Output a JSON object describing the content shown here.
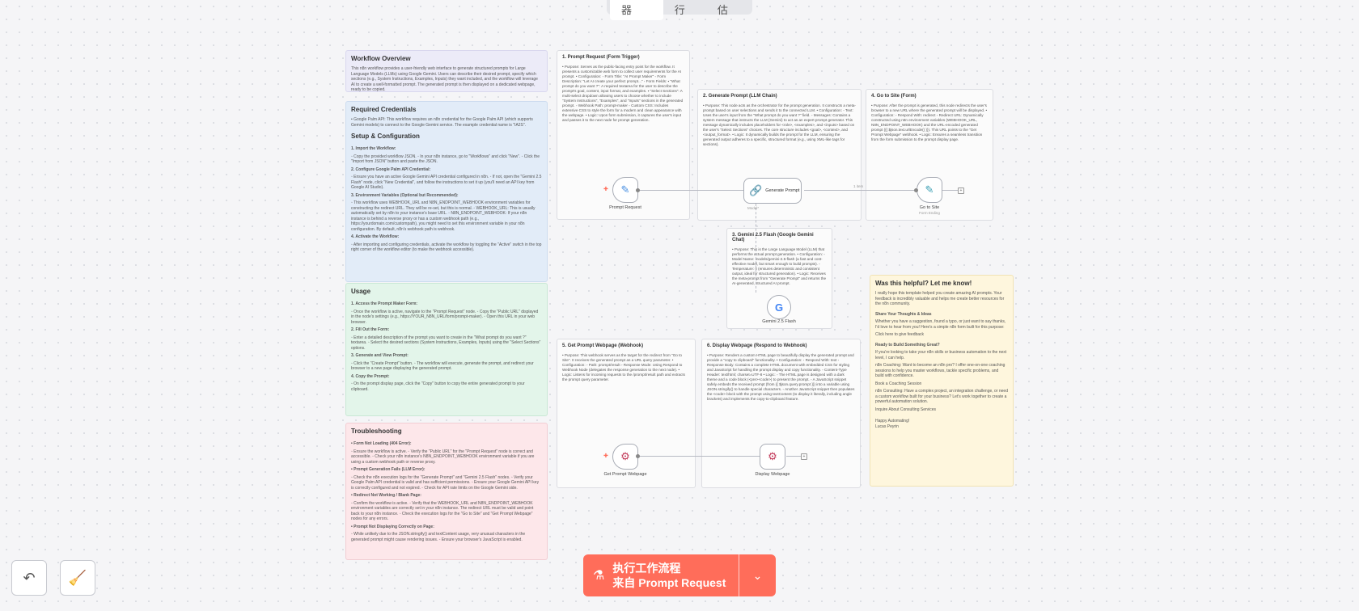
{
  "tabs": [
    {
      "label": "编辑器",
      "active": true
    },
    {
      "label": "执行"
    },
    {
      "label": "评估"
    }
  ],
  "notes": {
    "overview": {
      "title": "Workflow Overview",
      "text": "This n8n workflow provides a user-friendly web interface to generate structured prompts for Large Language Models (LLMs) using Google Gemini. Users can describe their desired prompt, specify which sections (e.g., System Instructions, Examples, Inputs) they want included, and the workflow will leverage AI to create a well-formatted prompt. The generated prompt is then displayed on a dedicated webpage, ready to be copied."
    },
    "credentials": {
      "title": "Required Credentials",
      "text": "• Google Palm API: This workflow requires an n8n credential for the Google Palm API (which supports Gemini models) to connect to the Google Gemini service. The example credential name is \"IA2S\".",
      "setup_title": "Setup & Configuration",
      "steps": [
        "1. Import the Workflow:",
        "◦ Copy the provided workflow JSON. ◦ In your n8n instance, go to \"Workflows\" and click \"New\". ◦ Click the \"Import from JSON\" button and paste the JSON.",
        "2. Configure Google Palm API Credential:",
        "◦ Ensure you have an active Google Gemini API credential configured in n8n. ◦ If not, open the \"Gemini 2.5 Flash\" node, click \"New Credential\", and follow the instructions to set it up (you'll need an API key from Google AI Studio).",
        "3. Environment Variables (Optional but Recommended):",
        "◦ This workflow uses WEBHOOK_URL and N8N_ENDPOINT_WEBHOOK environment variables for constructing the redirect URL. They will be re-set, but this is normal. ◦ WEBHOOK_URL: This is usually automatically set by n8n to your instance's base URL. ◦ N8N_ENDPOINT_WEBHOOK: If your n8n instance is behind a reverse proxy or has a custom webhook path (e.g., https://yourdomain.com/custompath), you might need to set this environment variable in your n8n configuration. By default, n8n's webhook path is webhook.",
        "4. Activate the Workflow:",
        "◦ After importing and configuring credentials, activate the workflow by toggling the \"Active\" switch in the top right corner of the workflow editor (to make the webhook accessible)."
      ]
    },
    "usage": {
      "title": "Usage",
      "steps": [
        "1. Access the Prompt Maker Form:",
        "◦ Once the workflow is active, navigate to the \"Prompt Request\" node. ◦ Copy the \"Public URL\" displayed in the node's settings (e.g., https://YOUR_N8N_URL/form/prompt-maker). ◦ Open this URL in your web browser.",
        "2. Fill Out the Form:",
        "◦ Enter a detailed description of the prompt you want to create in the \"What prompt do you want ?\" textarea. ◦ Select the desired sections (System Instructions, Examples, Inputs) using the \"Select Sections\" options.",
        "3. Generate and View Prompt:",
        "◦ Click the \"Create Prompt\" button. ◦ The workflow will execute, generate the prompt, and redirect your browser to a new page displaying the generated prompt.",
        "4. Copy the Prompt:",
        "◦ On the prompt display page, click the \"Copy\" button to copy the entire generated prompt to your clipboard."
      ]
    },
    "troubleshooting": {
      "title": "Troubleshooting",
      "steps": [
        "• Form Not Loading (404 Error):",
        "◦ Ensure the workflow is active. ◦ Verify the \"Public URL\" for the \"Prompt Request\" node is correct and accessible. ◦ Check your n8n instance's N8N_ENDPOINT_WEBHOOK environment variable if you are using a custom webhook path or reverse proxy.",
        "• Prompt Generation Fails (LLM Error):",
        "◦ Check the n8n execution logs for the \"Generate Prompt\" and \"Gemini 2.5 Flash\" nodes. ◦ Verify your Google Palm API credential is valid and has sufficient permissions. ◦ Ensure your Google Gemini API key is correctly configured and not expired. ◦ Check for API rate limits on the Google Gemini side.",
        "• Redirect Not Working / Blank Page:",
        "◦ Confirm the workflow is active. ◦ Verify that the WEBHOOK_URL and N8N_ENDPOINT_WEBHOOK environment variables are correctly set in your n8n instance. The redirect URL must be valid and point back to your n8n instance. ◦ Check the execution logs for the \"Go to Site\" and \"Get Prompt Webpage\" nodes for any errors.",
        "• Prompt Not Displaying Correctly on Page:",
        "◦ While unlikely due to the JSON.stringify() and textContent usage, very unusual characters in the generated prompt might cause rendering issues. ◦ Ensure your browser's JavaScript is enabled."
      ]
    },
    "n1": {
      "title": "1. Prompt Request (Form Trigger)",
      "text": "• Purpose: Serves as the public-facing entry point for the workflow. It presents a customizable web form to collect user requirements for the AI prompt. • Configuration: ◦ Form Title: \"AI Prompt Maker\" ◦ Form Description: \"Let AI create your perfect prompt...\" ◦ Form Fields: ▪ \"What prompt do you want ?\": A required textarea for the user to describe the prompt's goal, content, input format, and examples. ▪ \"Select Sections\": A multi-select dropdown allowing users to choose whether to include \"System Instructions\", \"Examples\", and \"Inputs\" sections in the generated prompt. ◦ Webhook Path: prompt-maker ◦ Custom CSS: Includes extensive CSS to style the form for a modern and clean appearance with the webpage. • Logic: Upon form submission, it captures the user's input and passes it to the next node for prompt generation."
    },
    "n2": {
      "title": "2. Generate Prompt (LLM Chain)",
      "text": "• Purpose: This node acts as the orchestrator for the prompt generation. It constructs a meta-prompt based on user selections and sends it to the connected LLM. • Configuration: ◦ Text: Uses the user's input from the \"What prompt do you want ?\" field. ◦ Messages: Contains a system message that instructs the LLM (Gemini) to act as an expert prompt generator. This message dynamically includes placeholders for <role>, <examples>, and <inputs> based on the user's \"Select Sections\" choices. The core structure includes <goal>, <context>, and <output_format>. • Logic: It dynamically builds the prompt for the LLM, ensuring the generated output adheres to a specific, structured format (e.g., using XML-like tags for sections)."
    },
    "n3": {
      "title": "3. Gemini 2.5 Flash (Google Gemini Chat)",
      "text": "• Purpose: This is the Large Language Model (LLM) that performs the actual prompt generation. • Configuration: ◦ Model Name: models/gemini-2.5-flash (a fast and cost-effective model, but smart enough to build prompts). ◦ Temperature: 0 (ensures deterministic and consistent output, ideal for structured generation). • Logic: Receives the meta-prompt from \"Generate Prompt\" and returns the AI-generated, structured AI prompt."
    },
    "n4": {
      "title": "4. Go to Site (Form)",
      "text": "• Purpose: After the prompt is generated, this node redirects the user's browser to a new URL where the generated prompt will be displayed. • Configuration: ◦ Respond With: redirect ◦ Redirect URL: Dynamically constructed using n8n environment variables (WEBHOOK_URL, N8N_ENDPOINT_WEBHOOK) and the URL-encoded generated prompt ({{ $json.text.urlEncode() }}). This URL points to the \"Get Prompt Webpage\" webhook. • Logic: Ensures a seamless transition from the form submission to the prompt display page."
    },
    "n5": {
      "title": "5. Get Prompt Webpage (Webhook)",
      "text": "• Purpose: This webhook serves as the target for the redirect from \"Go to Site\". It receives the generated prompt as a URL query parameter. • Configuration: ◦ Path: prompt/result ◦ Response Mode: Using Respond to Webhook Node (delegates the response generation to the next node). • Logic: Listens for incoming requests to the /prompt/result path and extracts the prompt query parameter."
    },
    "n6": {
      "title": "6. Display Webpage (Respond to Webhook)",
      "text": "• Purpose: Renders a custom HTML page to beautifully display the generated prompt and provide a \"copy to clipboard\" functionality. • Configuration: ◦ Respond With: text ◦ Response Body: Contains a complete HTML document with embedded CSS for styling and JavaScript for handling the prompt display and copy functionality. ◦ Content-Type Header: text/html; charset=UTF-8 • Logic: ◦ The HTML page is designed with a dark theme and a code block (<pre><code>) to present the prompt. ◦ A JavaScript snippet safely embeds the received prompt (from {{ $json.query.prompt }}) into a variable using JSON.stringify() to handle special characters. ◦ Another JavaScript snippet then populates the <code> block with the prompt using textContent (to display it literally, including angle brackets) and implements the copy-to-clipboard feature."
    },
    "helpful": {
      "title": "Was this helpful? Let me know!",
      "intro": "I really hope this template helped you create amazing AI prompts. Your feedback is incredibly valuable and helps me create better resources for the n8n community.",
      "share_title": "Share Your Thoughts & Ideas",
      "share_text": "Whether you have a suggestion, found a typo, or just want to say thanks, I'd love to hear from you! Here's a simple n8n form built for this purpose:",
      "link1": "Click here to give feedback",
      "ready_title": "Ready to Build Something Great?",
      "ready_text": "If you're looking to take your n8n skills or business automation to the next level, I can help.",
      "coaching": "n8n Coaching: Want to become an n8n pro? I offer one-on-one coaching sessions to help you master workflows, tackle specific problems, and build with confidence.",
      "link2": "Book a Coaching Session",
      "consulting": "n8n Consulting: Have a complex project, an integration challenge, or need a custom workflow built for your business? Let's work together to create a powerful automation solution.",
      "link3": "Inquire About Consulting Services",
      "sign1": "Happy Automating!",
      "sign2": "Lucas Peyrin"
    }
  },
  "nodes": {
    "prompt_request": "Prompt Request",
    "generate_prompt": "Generate Prompt",
    "model_tag": "Model*",
    "item_tag": "1 item",
    "go_to_site": "Go to Site",
    "go_to_site_sub": "Form Ending",
    "gemini": "Gemini 2.5 Flash",
    "get_prompt_webpage": "Get Prompt Webpage",
    "display_webpage": "Display Webpage"
  },
  "exec_button": {
    "line1": "执行工作流程",
    "line2": "来自 Prompt Request"
  },
  "colors": {
    "accent": "#ff6d5a",
    "link": "#e94f6b"
  }
}
